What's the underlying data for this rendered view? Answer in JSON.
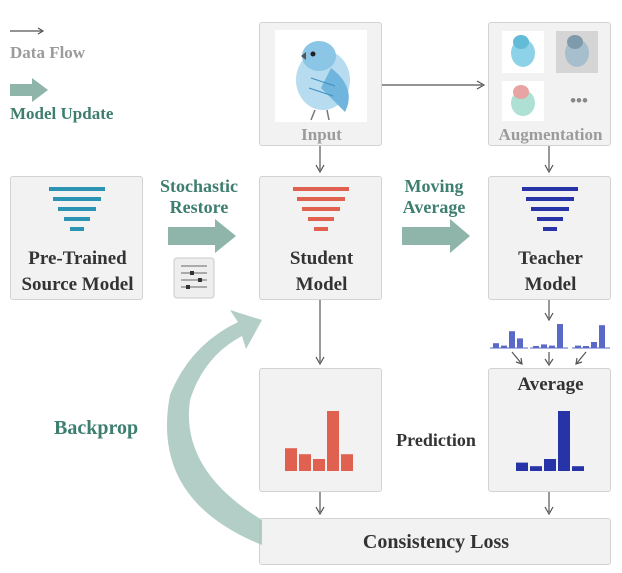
{
  "legend": {
    "data_flow": "Data Flow",
    "model_update": "Model Update"
  },
  "input": {
    "label": "Input"
  },
  "augmentation": {
    "label": "Augmentation",
    "more": "•••"
  },
  "source_model": {
    "line1": "Pre-Trained",
    "line2": "Source Model"
  },
  "student_model": {
    "line1": "Student",
    "line2": "Model"
  },
  "teacher_model": {
    "line1": "Teacher",
    "line2": "Model"
  },
  "stochastic_restore": {
    "line1": "Stochastic",
    "line2": "Restore"
  },
  "moving_average": {
    "line1": "Moving",
    "line2": "Average"
  },
  "average": {
    "label": "Average"
  },
  "prediction": {
    "label": "Prediction"
  },
  "backprop": {
    "label": "Backprop"
  },
  "consistency_loss": {
    "label": "Consistency Loss"
  },
  "colors": {
    "student": "#e0614f",
    "teacher": "#2634a8",
    "source": "#2b93b4",
    "update_arrow": "#8fb5ab",
    "teal_text": "#3e7e6f",
    "teacher_light": "#5a69c8"
  },
  "student_prediction": [
    0.38,
    0.28,
    0.2,
    1.0,
    0.28
  ],
  "teacher_average": [
    0.14,
    0.08,
    0.2,
    1.0,
    0.08
  ],
  "augmented_predictions": [
    [
      0.2,
      0.1,
      0.7,
      0.4
    ],
    [
      0.05,
      0.15,
      0.1,
      1.0
    ],
    [
      0.1,
      0.05,
      0.25,
      0.95
    ]
  ]
}
